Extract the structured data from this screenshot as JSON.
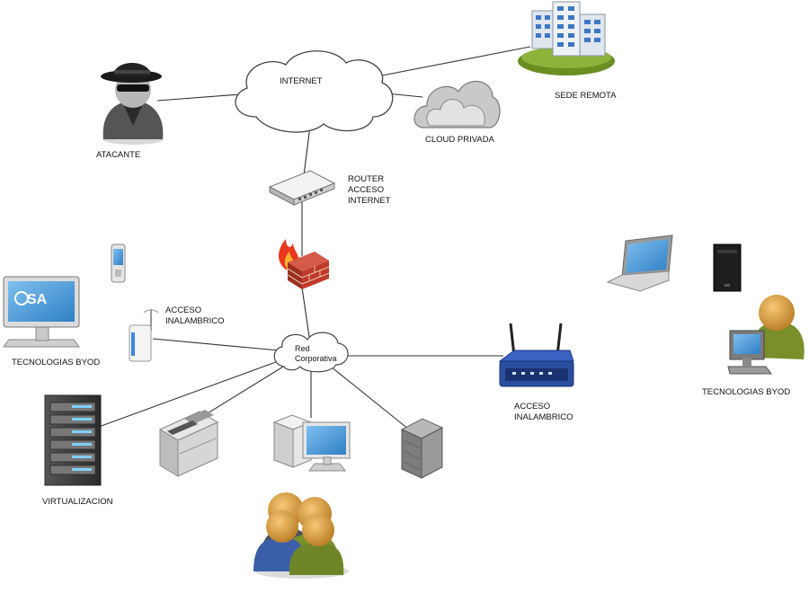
{
  "labels": {
    "internet": "INTERNET",
    "atacante": "ATACANTE",
    "sede_remota": "SEDE REMOTA",
    "cloud_privada": "CLOUD PRIVADA",
    "router": [
      "ROUTER",
      "ACCESO",
      "INTERNET"
    ],
    "acceso_inalambrico_left": [
      "ACCESO",
      "INALAMBRICO"
    ],
    "red_corporativa": [
      "Red",
      "Corporativa"
    ],
    "tecnologias_byod_left": "TECNOLOGIAS BYOD",
    "tecnologias_byod_right": "TECNOLOGIAS BYOD",
    "acceso_inalambrico_right": [
      "ACCESO",
      "INALAMBRICO"
    ],
    "virtualizacion": "VIRTUALIZACION"
  },
  "monitor_logo": "SA",
  "colors": {
    "cloud_fill": "#ffffff",
    "cloud_stroke": "#444444",
    "router_blue": "#2b4fa0",
    "firewall_red": "#c0392b",
    "building_green": "#6b8e23",
    "person_gray": "#555555",
    "person_skin": "#e8a94a",
    "person_green": "#7a8f2a",
    "person_blue": "#3a5fa8"
  }
}
